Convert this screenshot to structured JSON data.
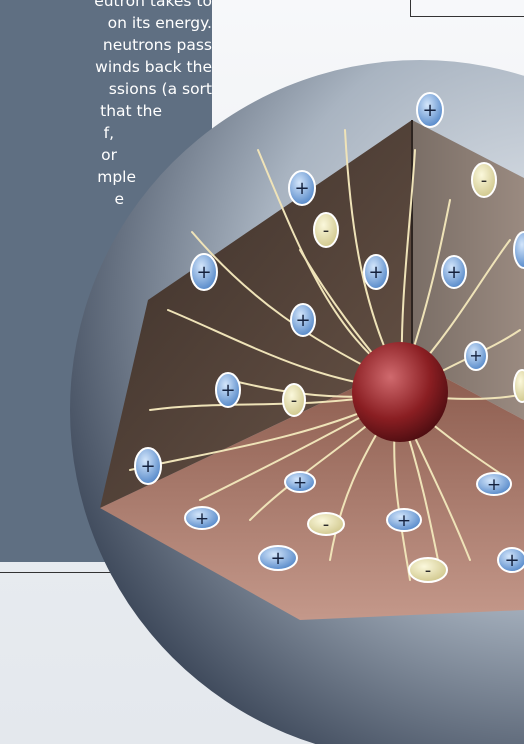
{
  "sidebar": {
    "lines": [
      "eutron takes to",
      "on its energy.",
      "neutrons pass",
      "winds back the",
      "ssions (a sort",
      "that the",
      "f,",
      "or",
      "mple",
      "e"
    ]
  },
  "diagram": {
    "positive_sign": "+",
    "negative_sign": "-",
    "colors": {
      "sphere": "#9aa7b5",
      "nucleus": "#8a1e22",
      "positive_charge": "#6f9fd6",
      "negative_charge": "#e6e0a0",
      "field_line": "#efe3b8",
      "wall_left": "#5a4a40",
      "wall_right": "#6e625a",
      "floor": "#a8786a"
    }
  }
}
